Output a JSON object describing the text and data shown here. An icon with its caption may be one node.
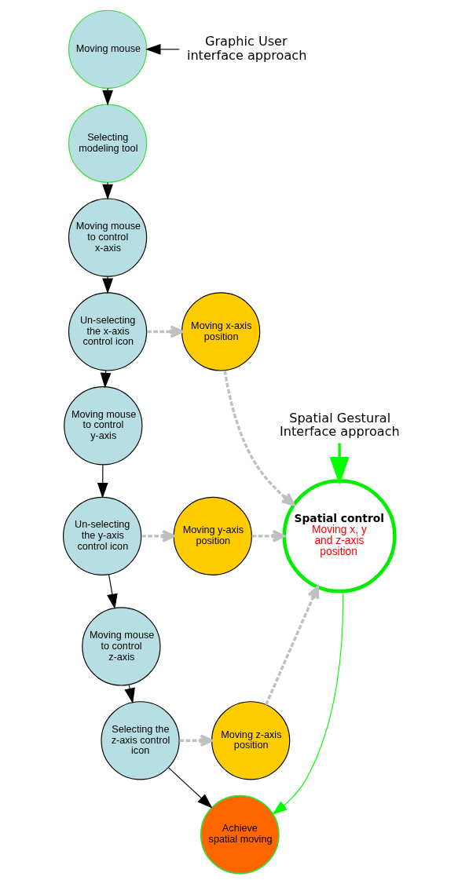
{
  "diagram": {
    "nodes": [
      {
        "text": [
          "Moving mouse"
        ]
      },
      {
        "text": [
          "Graphic User interface approach"
        ]
      },
      {
        "text": [
          "Selecting modeling tool"
        ]
      },
      {
        "text": [
          "Moving mouse to control x-axis"
        ]
      },
      {
        "text": [
          "Un-selecting the x-axis control icon"
        ]
      },
      {
        "text": [
          "Moving x-axis position"
        ]
      },
      {
        "text": [
          "Moving mouse to control y-axis"
        ]
      },
      {
        "text": [
          "Spatial Gestural Interface approach"
        ]
      },
      {
        "text": [
          "Un-selecting the y-axis control icon"
        ]
      },
      {
        "text": [
          "Moving y-axis position"
        ]
      },
      {
        "text": [
          "Spatial control",
          "Moving x, y and z-axis position"
        ]
      },
      {
        "text": [
          "Moving mouse to control z-axis"
        ]
      },
      {
        "text": [
          "Selecting the z-axis control  icon"
        ]
      },
      {
        "text": [
          "Moving z-axis position"
        ]
      },
      {
        "text": [
          "Achieve spatial moving"
        ]
      }
    ],
    "edges": [
      {
        "from": 1,
        "to": 0,
        "arrow": "to"
      },
      {
        "from": 0,
        "to": 2,
        "arrow": "to"
      },
      {
        "from": 2,
        "to": 3,
        "arrow": "to"
      },
      {
        "from": 3,
        "to": 4,
        "arrow": "to"
      },
      {
        "from": 4,
        "to": 6,
        "arrow": "to"
      },
      {
        "from": 6,
        "to": 8,
        "arrow": "to"
      },
      {
        "from": 8,
        "to": 11,
        "arrow": "to"
      },
      {
        "from": 11,
        "to": 12,
        "arrow": "to"
      },
      {
        "from": 4,
        "to": 5,
        "arrow": "to",
        "style": "dashed",
        "color": "#c0c0c0"
      },
      {
        "from": 8,
        "to": 9,
        "arrow": "to",
        "style": "dashed",
        "color": "#c0c0c0"
      },
      {
        "from": 12,
        "to": 13,
        "arrow": "to",
        "style": "dashed",
        "color": "#c0c0c0"
      },
      {
        "from": 5,
        "to": 10,
        "arrow": "to",
        "style": "dashed",
        "color": "#c0c0c0"
      },
      {
        "from": 9,
        "to": 10,
        "arrow": "to",
        "style": "dashed",
        "color": "#c0c0c0"
      },
      {
        "from": 13,
        "to": 10,
        "arrow": "to",
        "style": "dashed",
        "color": "#c0c0c0"
      },
      {
        "from": 7,
        "to": 10,
        "arrow": "to",
        "style": "thick",
        "color": "#00ff00"
      },
      {
        "from": 12,
        "to": 14,
        "arrow": "to"
      },
      {
        "from": 10,
        "to": 14,
        "arrow": "to",
        "color": "#00ff00"
      }
    ]
  }
}
